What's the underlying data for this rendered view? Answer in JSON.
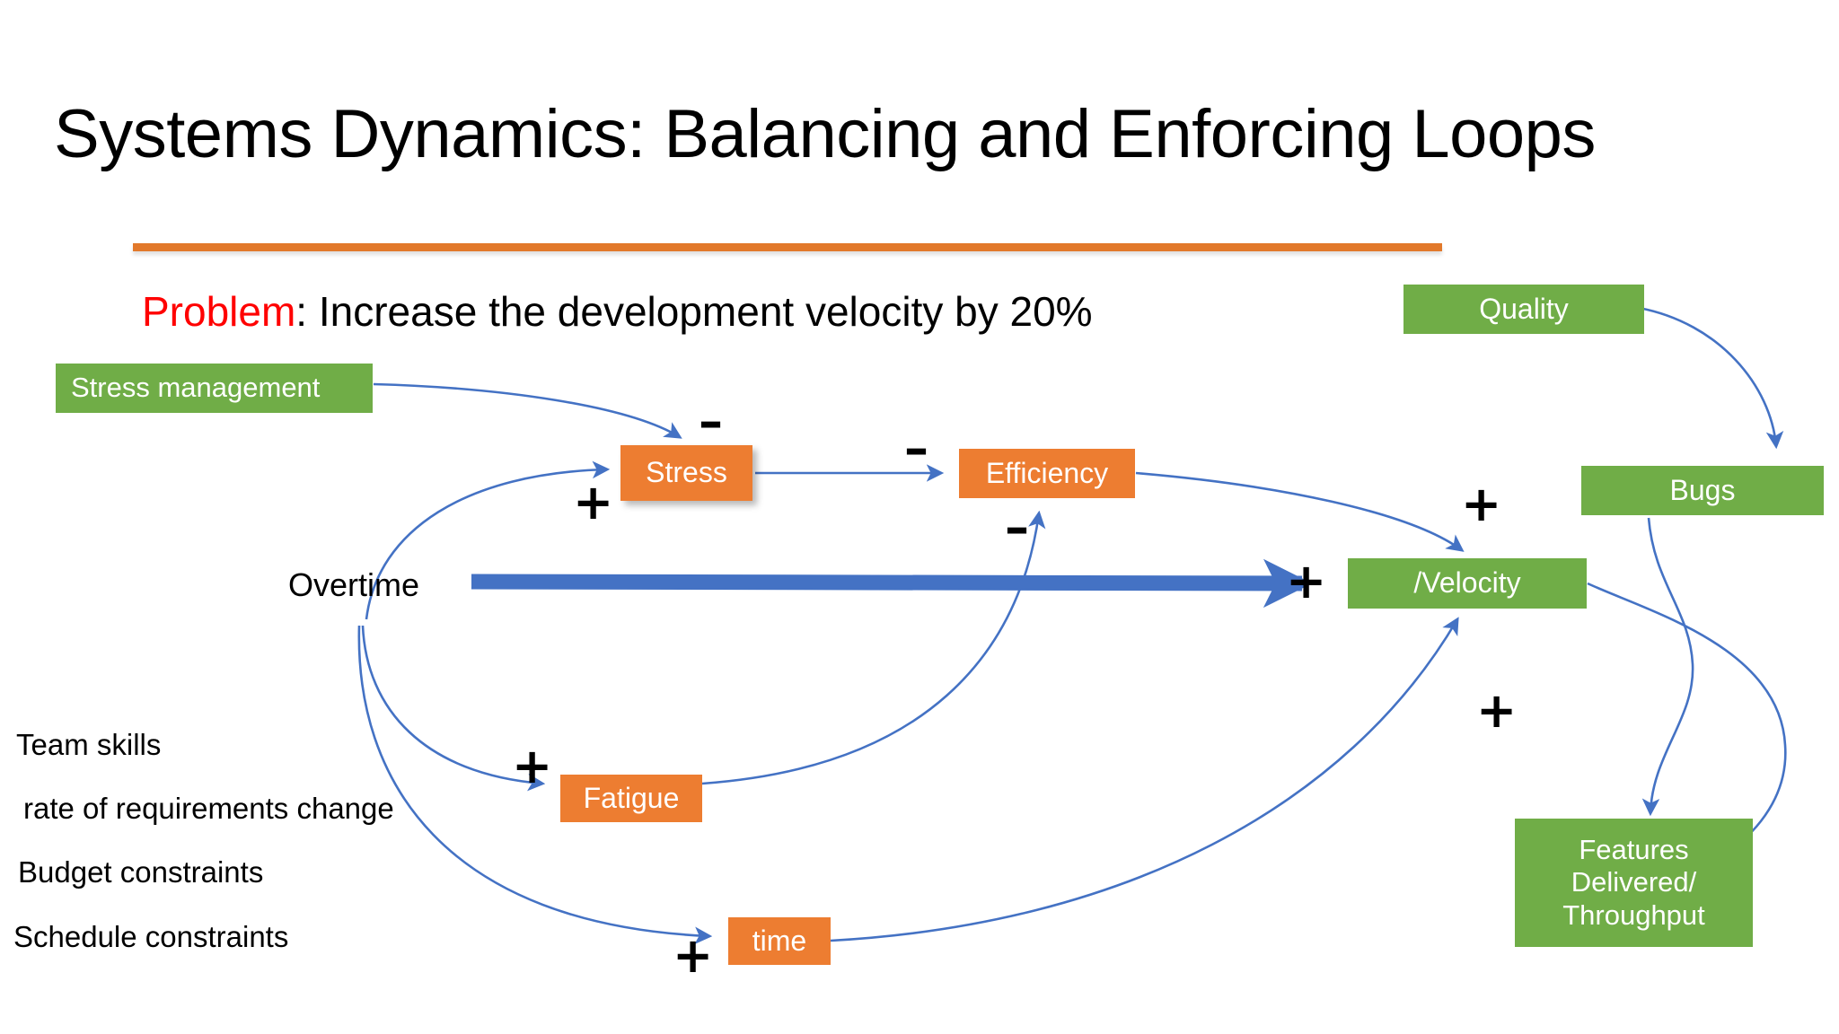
{
  "slide": {
    "title": "Systems Dynamics: Balancing and Enforcing Loops",
    "problem_label": "Problem",
    "problem_text": ":  Increase the development velocity by 20%"
  },
  "colors": {
    "green_node": "#70AD47",
    "orange_node": "#ED7D31",
    "arrow_blue": "#4472C4",
    "title_rule_orange": "#E2792B",
    "problem_red": "#FF0000",
    "text_black": "#000000",
    "background": "#FFFFFF"
  },
  "nodes": {
    "stress_management": "Stress management",
    "quality": "Quality",
    "stress": "Stress",
    "efficiency": "Efficiency",
    "bugs": "Bugs",
    "velocity": "/Velocity",
    "fatigue": "Fatigue",
    "time": "time",
    "features_line1": "Features",
    "features_line2": "Delivered/",
    "features_line3": "Throughput"
  },
  "labels": {
    "overtime": "Overtime",
    "team_skills": "Team skills",
    "rate_of_requirements_change": "rate of requirements change",
    "budget_constraints": "Budget constraints",
    "schedule_constraints": "Schedule constraints"
  },
  "signs": {
    "stress_management_to_stress": "–",
    "overtime_to_stress": "+",
    "stress_to_efficiency": "–",
    "fatigue_to_efficiency": "–",
    "efficiency_to_velocity": "+",
    "overtime_to_velocity": "+",
    "overtime_to_fatigue": "+",
    "overtime_to_time": "+",
    "time_to_velocity": "+"
  },
  "chart_data": {
    "type": "diagram",
    "title": "Systems Dynamics: Balancing and Enforcing Loops",
    "nodes": [
      {
        "id": "stress_management",
        "label": "Stress management",
        "color": "#70AD47",
        "shape": "rect"
      },
      {
        "id": "quality",
        "label": "Quality",
        "color": "#70AD47",
        "shape": "rect"
      },
      {
        "id": "stress",
        "label": "Stress",
        "color": "#ED7D31",
        "shape": "rect"
      },
      {
        "id": "efficiency",
        "label": "Efficiency",
        "color": "#ED7D31",
        "shape": "rect"
      },
      {
        "id": "bugs",
        "label": "Bugs",
        "color": "#70AD47",
        "shape": "rect"
      },
      {
        "id": "velocity",
        "label": "/Velocity",
        "color": "#70AD47",
        "shape": "rect"
      },
      {
        "id": "fatigue",
        "label": "Fatigue",
        "color": "#ED7D31",
        "shape": "rect"
      },
      {
        "id": "time",
        "label": "time",
        "color": "#ED7D31",
        "shape": "rect"
      },
      {
        "id": "features",
        "label": "Features Delivered/ Throughput",
        "color": "#70AD47",
        "shape": "rect"
      },
      {
        "id": "overtime",
        "label": "Overtime",
        "color": "none",
        "shape": "text"
      }
    ],
    "edges": [
      {
        "from": "stress_management",
        "to": "stress",
        "polarity": "–"
      },
      {
        "from": "overtime",
        "to": "stress",
        "polarity": "+"
      },
      {
        "from": "stress",
        "to": "efficiency",
        "polarity": "–"
      },
      {
        "from": "fatigue",
        "to": "efficiency",
        "polarity": "–"
      },
      {
        "from": "efficiency",
        "to": "velocity",
        "polarity": "+"
      },
      {
        "from": "overtime",
        "to": "velocity",
        "polarity": "+",
        "style": "thick"
      },
      {
        "from": "overtime",
        "to": "fatigue",
        "polarity": "+"
      },
      {
        "from": "overtime",
        "to": "time",
        "polarity": "+"
      },
      {
        "from": "time",
        "to": "velocity",
        "polarity": "+"
      },
      {
        "from": "quality",
        "to": "bugs",
        "polarity": ""
      },
      {
        "from": "bugs",
        "to": "features",
        "polarity": ""
      },
      {
        "from": "velocity",
        "to": "features",
        "polarity": ""
      }
    ],
    "unlinked_factors": [
      "Team skills",
      "rate of requirements change",
      "Budget constraints",
      "Schedule constraints"
    ]
  }
}
